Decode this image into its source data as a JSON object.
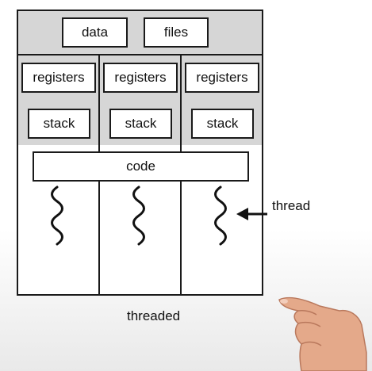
{
  "figure": {
    "shared_labels": [
      "data",
      "files"
    ],
    "threads": [
      {
        "registers_label": "registers",
        "stack_label": "stack"
      },
      {
        "registers_label": "registers",
        "stack_label": "stack"
      },
      {
        "registers_label": "registers",
        "stack_label": "stack"
      }
    ],
    "code_label": "code",
    "thread_pointer_label": "thread",
    "caption": "threaded"
  },
  "colors": {
    "shared_region": "#d6d6d6",
    "outline": "#1a1a1a",
    "box_fill": "#ffffff",
    "thread_wave": "#111111",
    "skin": "#e4a98a"
  }
}
